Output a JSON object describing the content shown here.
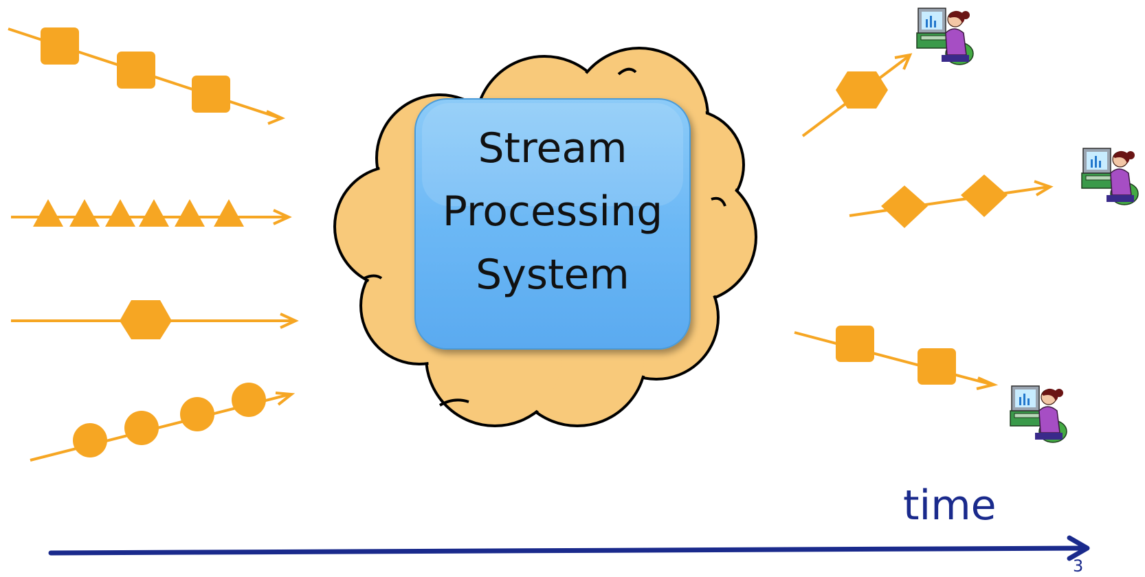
{
  "system": {
    "title_lines": [
      "Stream",
      "Processing",
      "System"
    ]
  },
  "time_axis": {
    "label": "time"
  },
  "page_number": "3",
  "colors": {
    "stream_orange": "#F6A623",
    "cloud_fill": "#F8C97A",
    "box_blue": "#6CB8F5",
    "axis_navy": "#1A2A8C"
  },
  "input_streams": [
    {
      "shape": "square",
      "count": 3
    },
    {
      "shape": "triangle",
      "count": 6
    },
    {
      "shape": "hexagon",
      "count": 1
    },
    {
      "shape": "circle",
      "count": 4
    }
  ],
  "output_streams": [
    {
      "shape": "hexagon",
      "count": 1,
      "consumer": "user-at-computer-icon"
    },
    {
      "shape": "diamond",
      "count": 2,
      "consumer": "user-at-computer-icon"
    },
    {
      "shape": "square",
      "count": 2,
      "consumer": "user-at-computer-icon"
    }
  ]
}
